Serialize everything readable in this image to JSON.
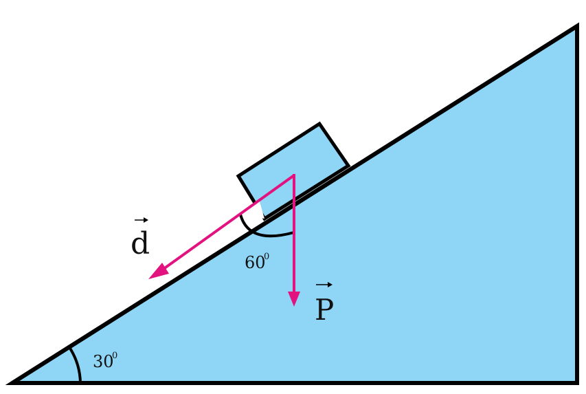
{
  "labels": {
    "vector_d": "d",
    "vector_p": "P",
    "angle_incline": "30",
    "angle_incline_unit": "0",
    "angle_between": "60",
    "angle_between_unit": "0"
  },
  "colors": {
    "incline_fill": "#8fd5f5",
    "block_fill": "#8fd5f5",
    "outline": "#000000",
    "vector": "#e2127f",
    "background": "#ffffff"
  }
}
